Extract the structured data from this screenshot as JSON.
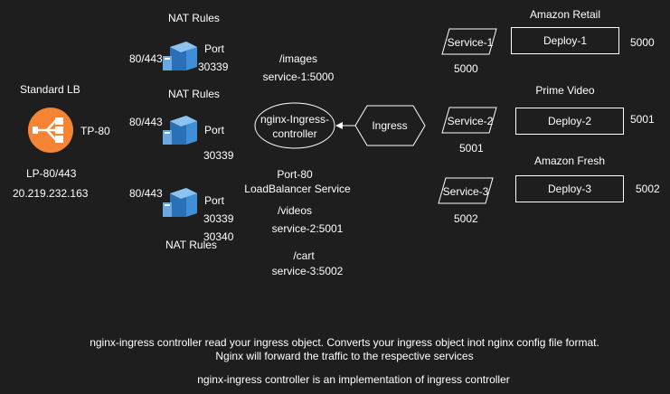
{
  "load_balancer": {
    "title": "Standard LB",
    "tp": "TP-80",
    "lp": "LP-80/443",
    "ip": "20.219.232.163"
  },
  "nat_groups": [
    {
      "title": "NAT Rules",
      "ports_left": "80/443",
      "port_label": "Port",
      "node_port": "30339"
    },
    {
      "title": "NAT Rules",
      "ports_left": "80/443",
      "port_label": "Port",
      "node_port": "30339"
    },
    {
      "title": "NAT Rules",
      "ports_left": "80/443",
      "port_label": "Port",
      "node_port": "30339",
      "node_port_2": "30340"
    }
  ],
  "routes": [
    {
      "path": "/images",
      "target": "service-1:5000"
    },
    {
      "path": "/videos",
      "target": "service-2:5001"
    },
    {
      "path": "/cart",
      "target": "service-3:5002"
    }
  ],
  "controller": {
    "line1": "nginx-Ingress-",
    "line2": "controller"
  },
  "ingress": {
    "label": "Ingress"
  },
  "service_info": {
    "port": "Port-80",
    "type": "LoadBalancer Service"
  },
  "apps": [
    {
      "title": "Amazon Retail",
      "service": "Service-1",
      "service_port": "5000",
      "deploy": "Deploy-1",
      "deploy_port": "5000"
    },
    {
      "title": "Prime Video",
      "service": "Service-2",
      "service_port": "5001",
      "deploy": "Deploy-2",
      "deploy_port": "5001"
    },
    {
      "title": "Amazon Fresh",
      "service": "Service-3",
      "service_port": "5002",
      "deploy": "Deploy-3",
      "deploy_port": "5002"
    }
  ],
  "notes": {
    "line1": "nginx-ingress controller read your ingress object. Converts your ingress object inot nginx config file format.",
    "line2": "Nginx will forward the traffic to the respective services",
    "line3": "nginx-ingress controller is an implementation of ingress controller"
  },
  "colors": {
    "background": "#1e1e1e",
    "lb_orange": "#f58534",
    "server_blue": "#3f8fd6"
  }
}
